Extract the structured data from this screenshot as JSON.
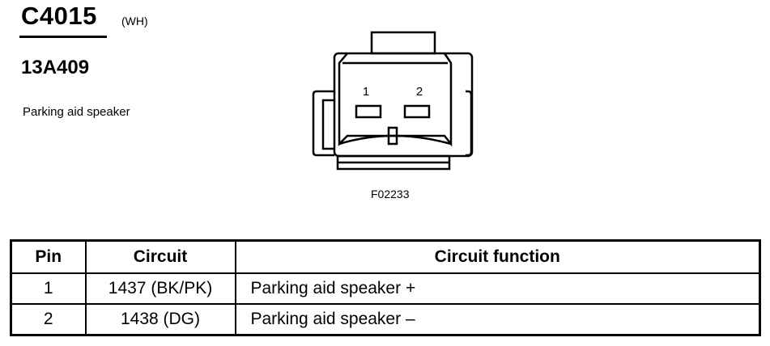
{
  "connector": {
    "id": "C4015",
    "color": "(WH)",
    "part_number": "13A409",
    "description": "Parking aid speaker"
  },
  "diagram": {
    "pin_labels": [
      "1",
      "2"
    ],
    "figure_code": "F02233"
  },
  "table": {
    "headers": [
      "Pin",
      "Circuit",
      "Circuit function"
    ],
    "rows": [
      {
        "pin": "1",
        "circuit": "1437 (BK/PK)",
        "function": "Parking aid speaker +"
      },
      {
        "pin": "2",
        "circuit": "1438 (DG)",
        "function": "Parking aid speaker –"
      }
    ]
  }
}
